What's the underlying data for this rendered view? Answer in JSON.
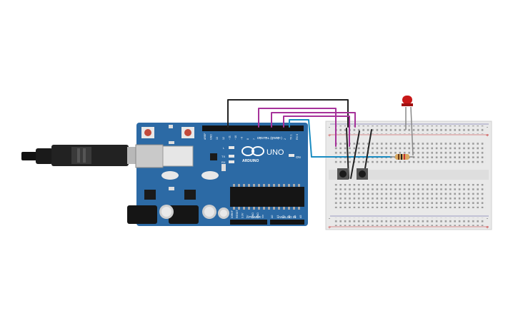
{
  "board": {
    "name": "UNO",
    "brand": "ARDUINO",
    "digital_label": "DIGITAL (PWM~)",
    "power_label": "POWER",
    "analog_label": "ANALOG IN",
    "on_label": "ON",
    "led_labels": [
      "L",
      "TX",
      "RX"
    ],
    "digital_pins": [
      "AREF",
      "GND",
      "13",
      "12",
      "~11",
      "~10",
      "~9",
      "8",
      "7",
      "~6",
      "~5",
      "4",
      "~3",
      "2",
      "TX 1",
      "RX 0"
    ],
    "power_pins": [
      "IOREF",
      "RESET",
      "3.3V",
      "5V",
      "GND",
      "GND",
      "Vin"
    ],
    "analog_pins": [
      "A0",
      "A1",
      "A2",
      "A3",
      "A4",
      "A5"
    ],
    "color": "#2c6aa5"
  },
  "breadboard": {
    "rail_plus": "+",
    "rail_minus": "-"
  },
  "components": {
    "led_color": "#c81818",
    "resistor_color": "#d8a860"
  },
  "wire_colors": {
    "black": "#222222",
    "purple": "#a6329a",
    "teal": "#1a8cc2"
  }
}
